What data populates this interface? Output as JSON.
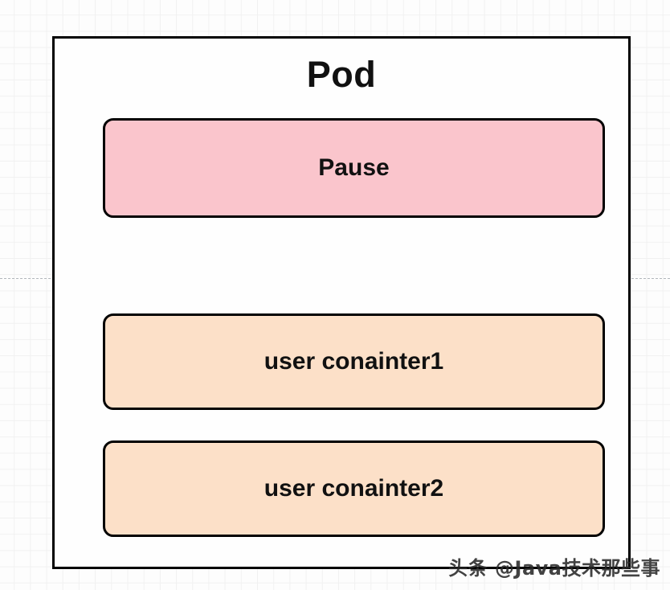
{
  "diagram": {
    "title": "Pod",
    "outer_box": {
      "label": "Pod",
      "border_color": "#000000",
      "fill_color": "#fefefe"
    },
    "boxes": [
      {
        "id": "pause",
        "label": "Pause",
        "fill_color": "#fac5cc",
        "border_color": "#000000"
      },
      {
        "id": "container1",
        "label": "user conainter1",
        "fill_color": "#fce0c8",
        "border_color": "#000000"
      },
      {
        "id": "container2",
        "label": "user conainter2",
        "fill_color": "#fce0c8",
        "border_color": "#000000"
      }
    ]
  },
  "canvas": {
    "grid_color": "#ebebeb",
    "background_color": "#fdfdfd",
    "guide_line_color": "#9aa0a6"
  },
  "watermark": {
    "text": "头条 @Java技术那些事"
  }
}
